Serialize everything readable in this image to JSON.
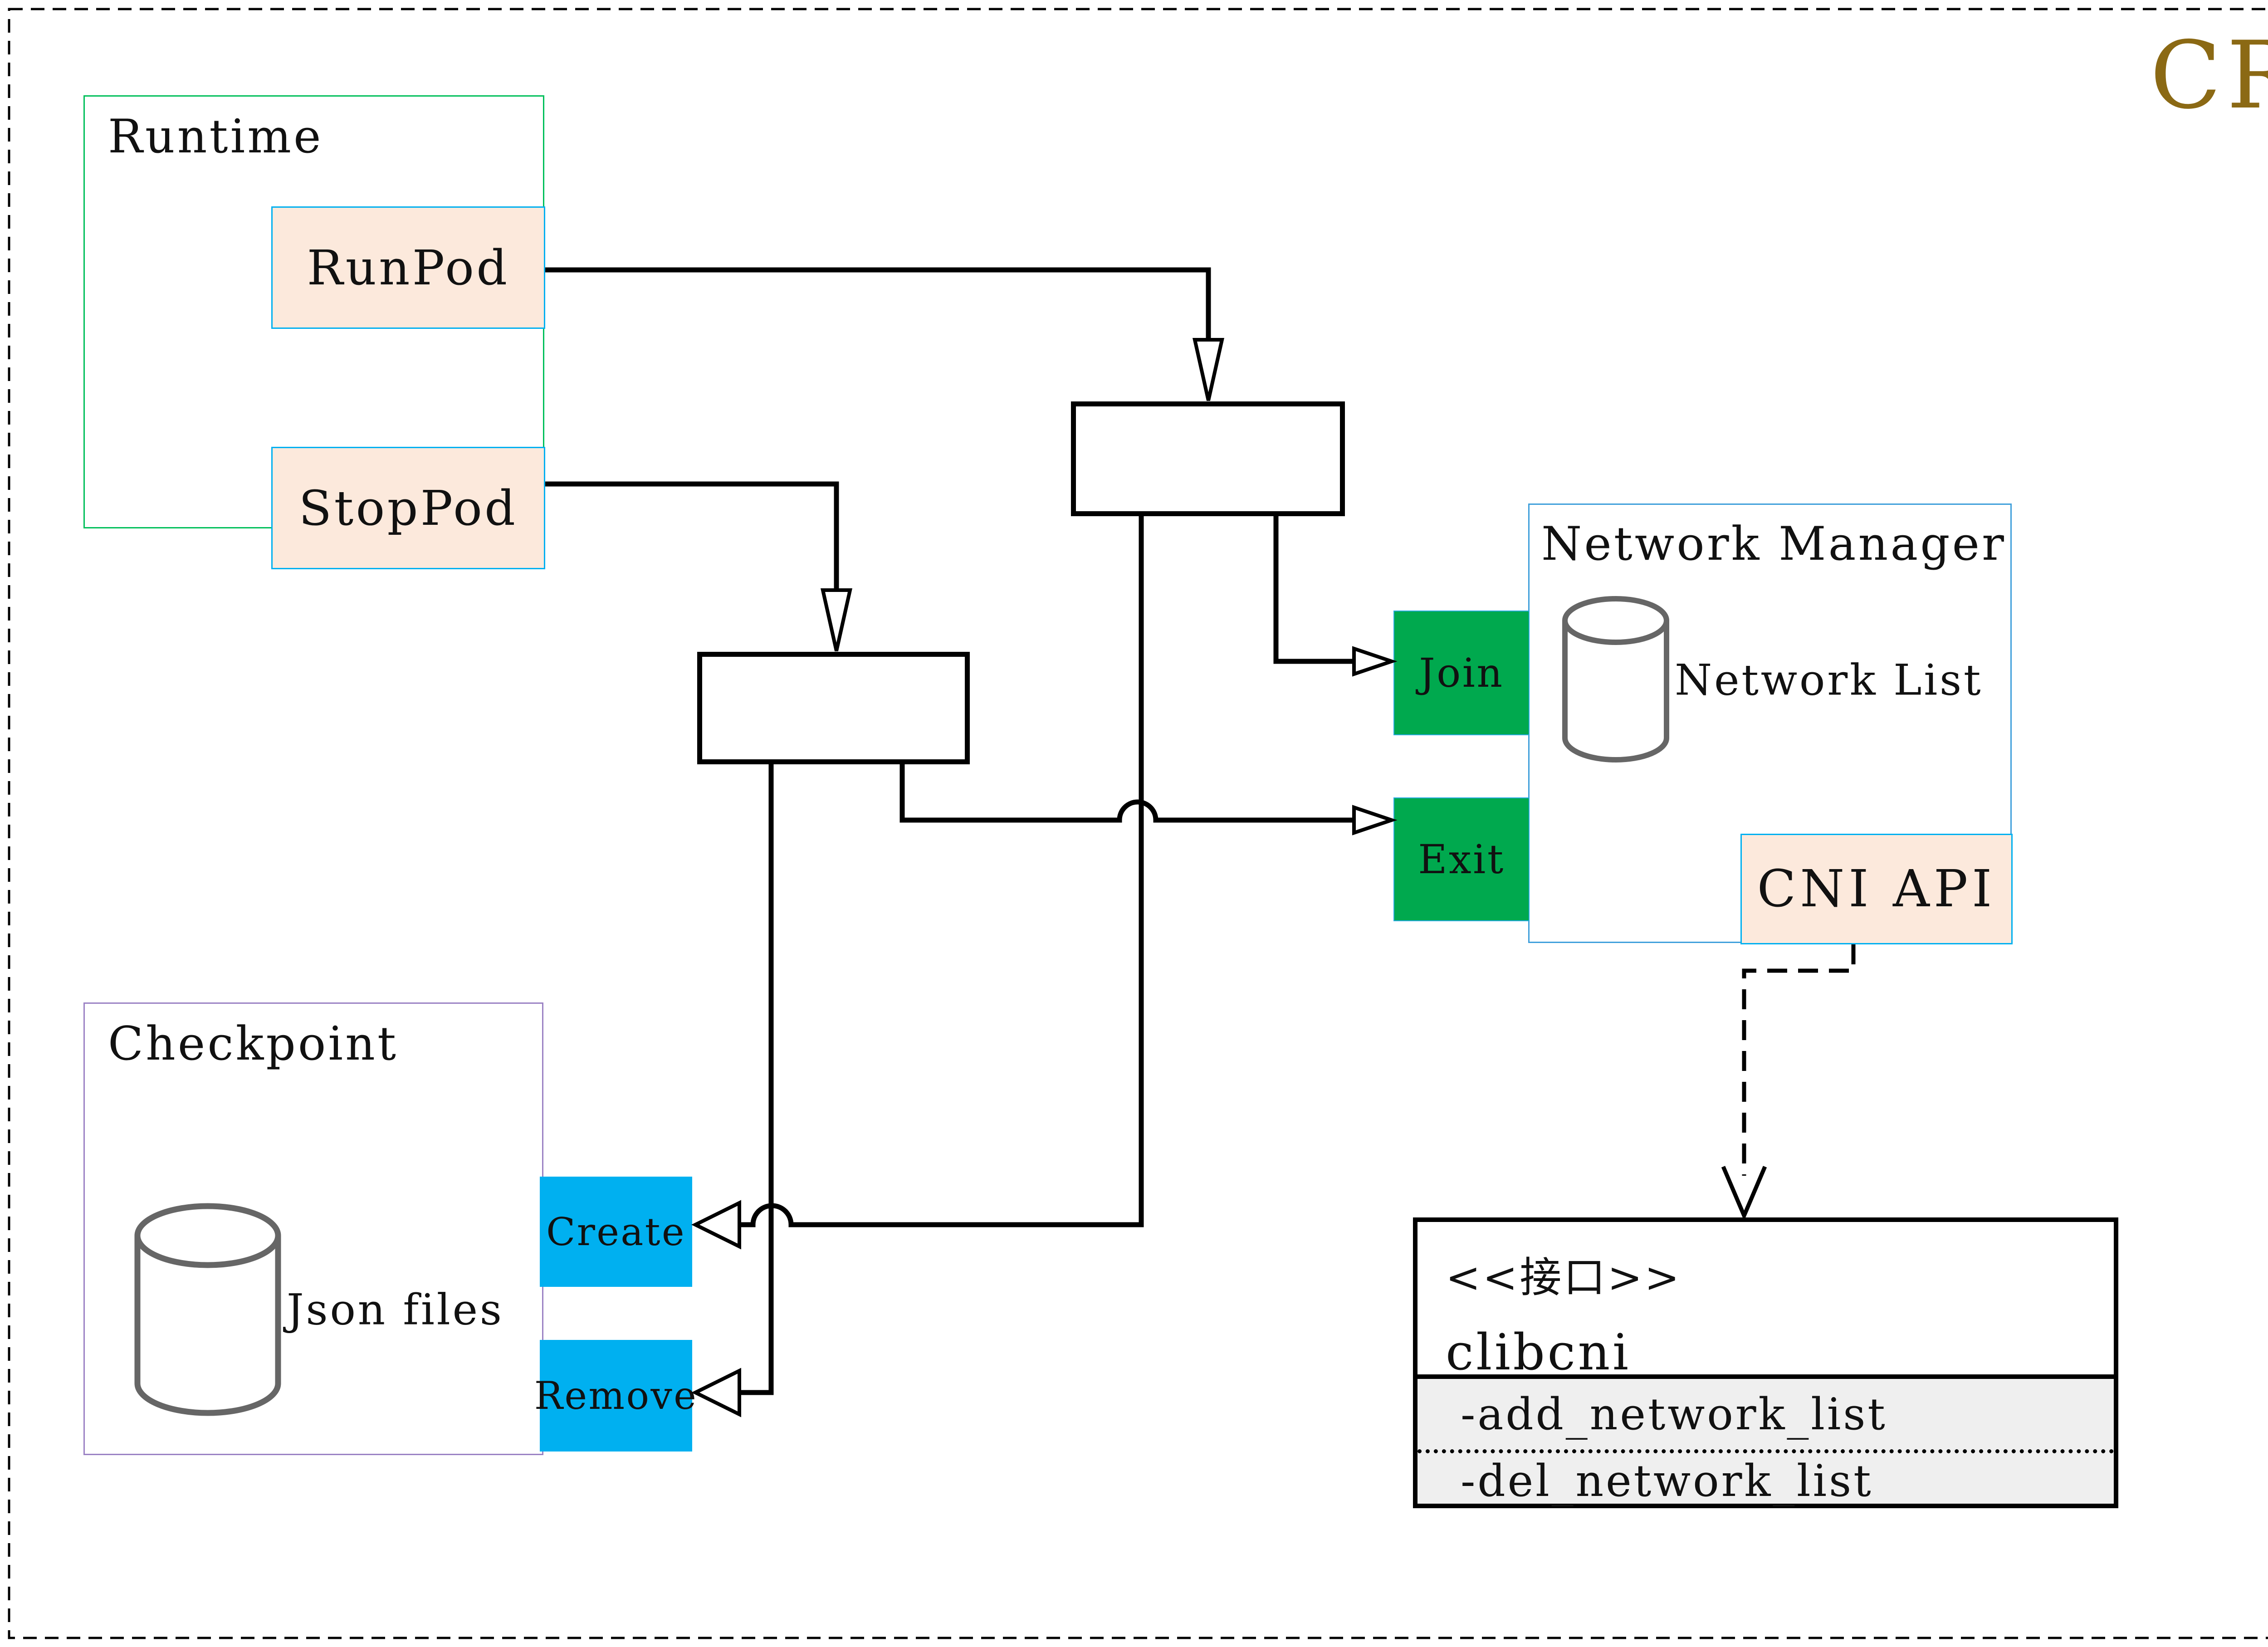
{
  "watermark": "CRI",
  "runtime": {
    "title": "Runtime",
    "runpod_label": "RunPod",
    "stoppod_label": "StopPod"
  },
  "network_manager": {
    "title": "Network Manager",
    "network_list_label": "Network List",
    "join_label": "Join",
    "exit_label": "Exit",
    "cni_api_label": "CNI API"
  },
  "checkpoint": {
    "title": "Checkpoint",
    "json_files_label": "Json files",
    "create_label": "Create",
    "remove_label": "Remove"
  },
  "clibcni": {
    "stereotype": "<<接口>>",
    "name": "clibcni",
    "methods": [
      "-add_network_list",
      "-del_network_list"
    ]
  },
  "colors": {
    "cri_gold": "#8b6914",
    "runtime_border_green": "#00bf5a",
    "operation_green": "#00a94e",
    "operation_cyan": "#00b0f0",
    "peach_fill": "#fce9dc",
    "network_manager_border": "#3f9fdb",
    "checkpoint_border": "#9b82c4",
    "cylinder_gray": "#666666",
    "clibcni_section_bg": "#efefef",
    "connector_black": "#000000"
  }
}
